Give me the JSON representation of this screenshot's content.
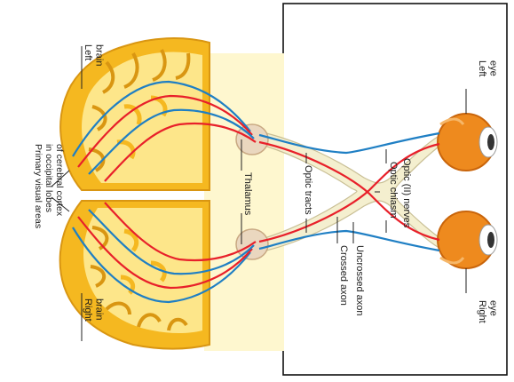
{
  "labels": {
    "left_eye": "Left eye",
    "right_eye": "Right eye",
    "left_brain": "Left brain",
    "right_brain": "Right brain",
    "optic_nerves": "Optic (II) nerves",
    "optic_chiasm": "Optic chiasm",
    "optic_tracts": "Optic tracts",
    "thalamus": "Thalamus",
    "uncrossed_axon": "Uncrossed axon",
    "crossed_axon": "Crossed axon",
    "primary_visual": "Primary visual areas in occipital lobes of cerebral cortex"
  },
  "colors": {
    "crossed_axon": "#e8202a",
    "uncrossed_axon": "#1f7fc4",
    "cortex": "#f5b820",
    "white_matter": "#fde68a",
    "eyeball": "#ee8a1e",
    "pathway": "#f4efcf",
    "thalamus": "#ead7bf"
  }
}
